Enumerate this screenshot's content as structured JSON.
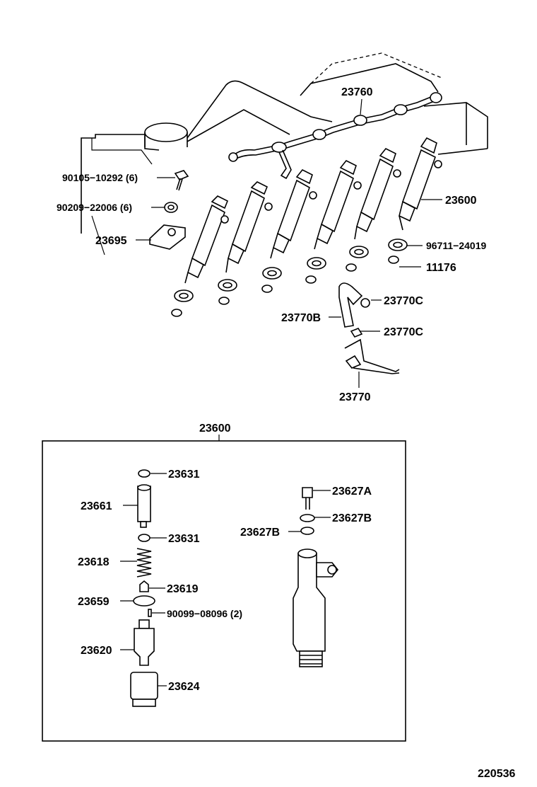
{
  "diagram_id": "220536",
  "parts": {
    "p23760": "23760",
    "p90105": "90105−10292 (6)",
    "p90209": "90209−22006 (6)",
    "p23695": "23695",
    "p23600_top": "23600",
    "p96711": "96711−24019",
    "p11176": "11176",
    "p23770C_a": "23770C",
    "p23770B": "23770B",
    "p23770C_b": "23770C",
    "p23770": "23770"
  },
  "detail": {
    "title": "23600",
    "items": {
      "p23631_a": "23631",
      "p23661": "23661",
      "p23631_b": "23631",
      "p23618": "23618",
      "p23619": "23619",
      "p23659": "23659",
      "p90099": "90099−08096 (2)",
      "p23620": "23620",
      "p23624": "23624",
      "p23627A": "23627A",
      "p23627B_r": "23627B",
      "p23627B_l": "23627B"
    }
  }
}
